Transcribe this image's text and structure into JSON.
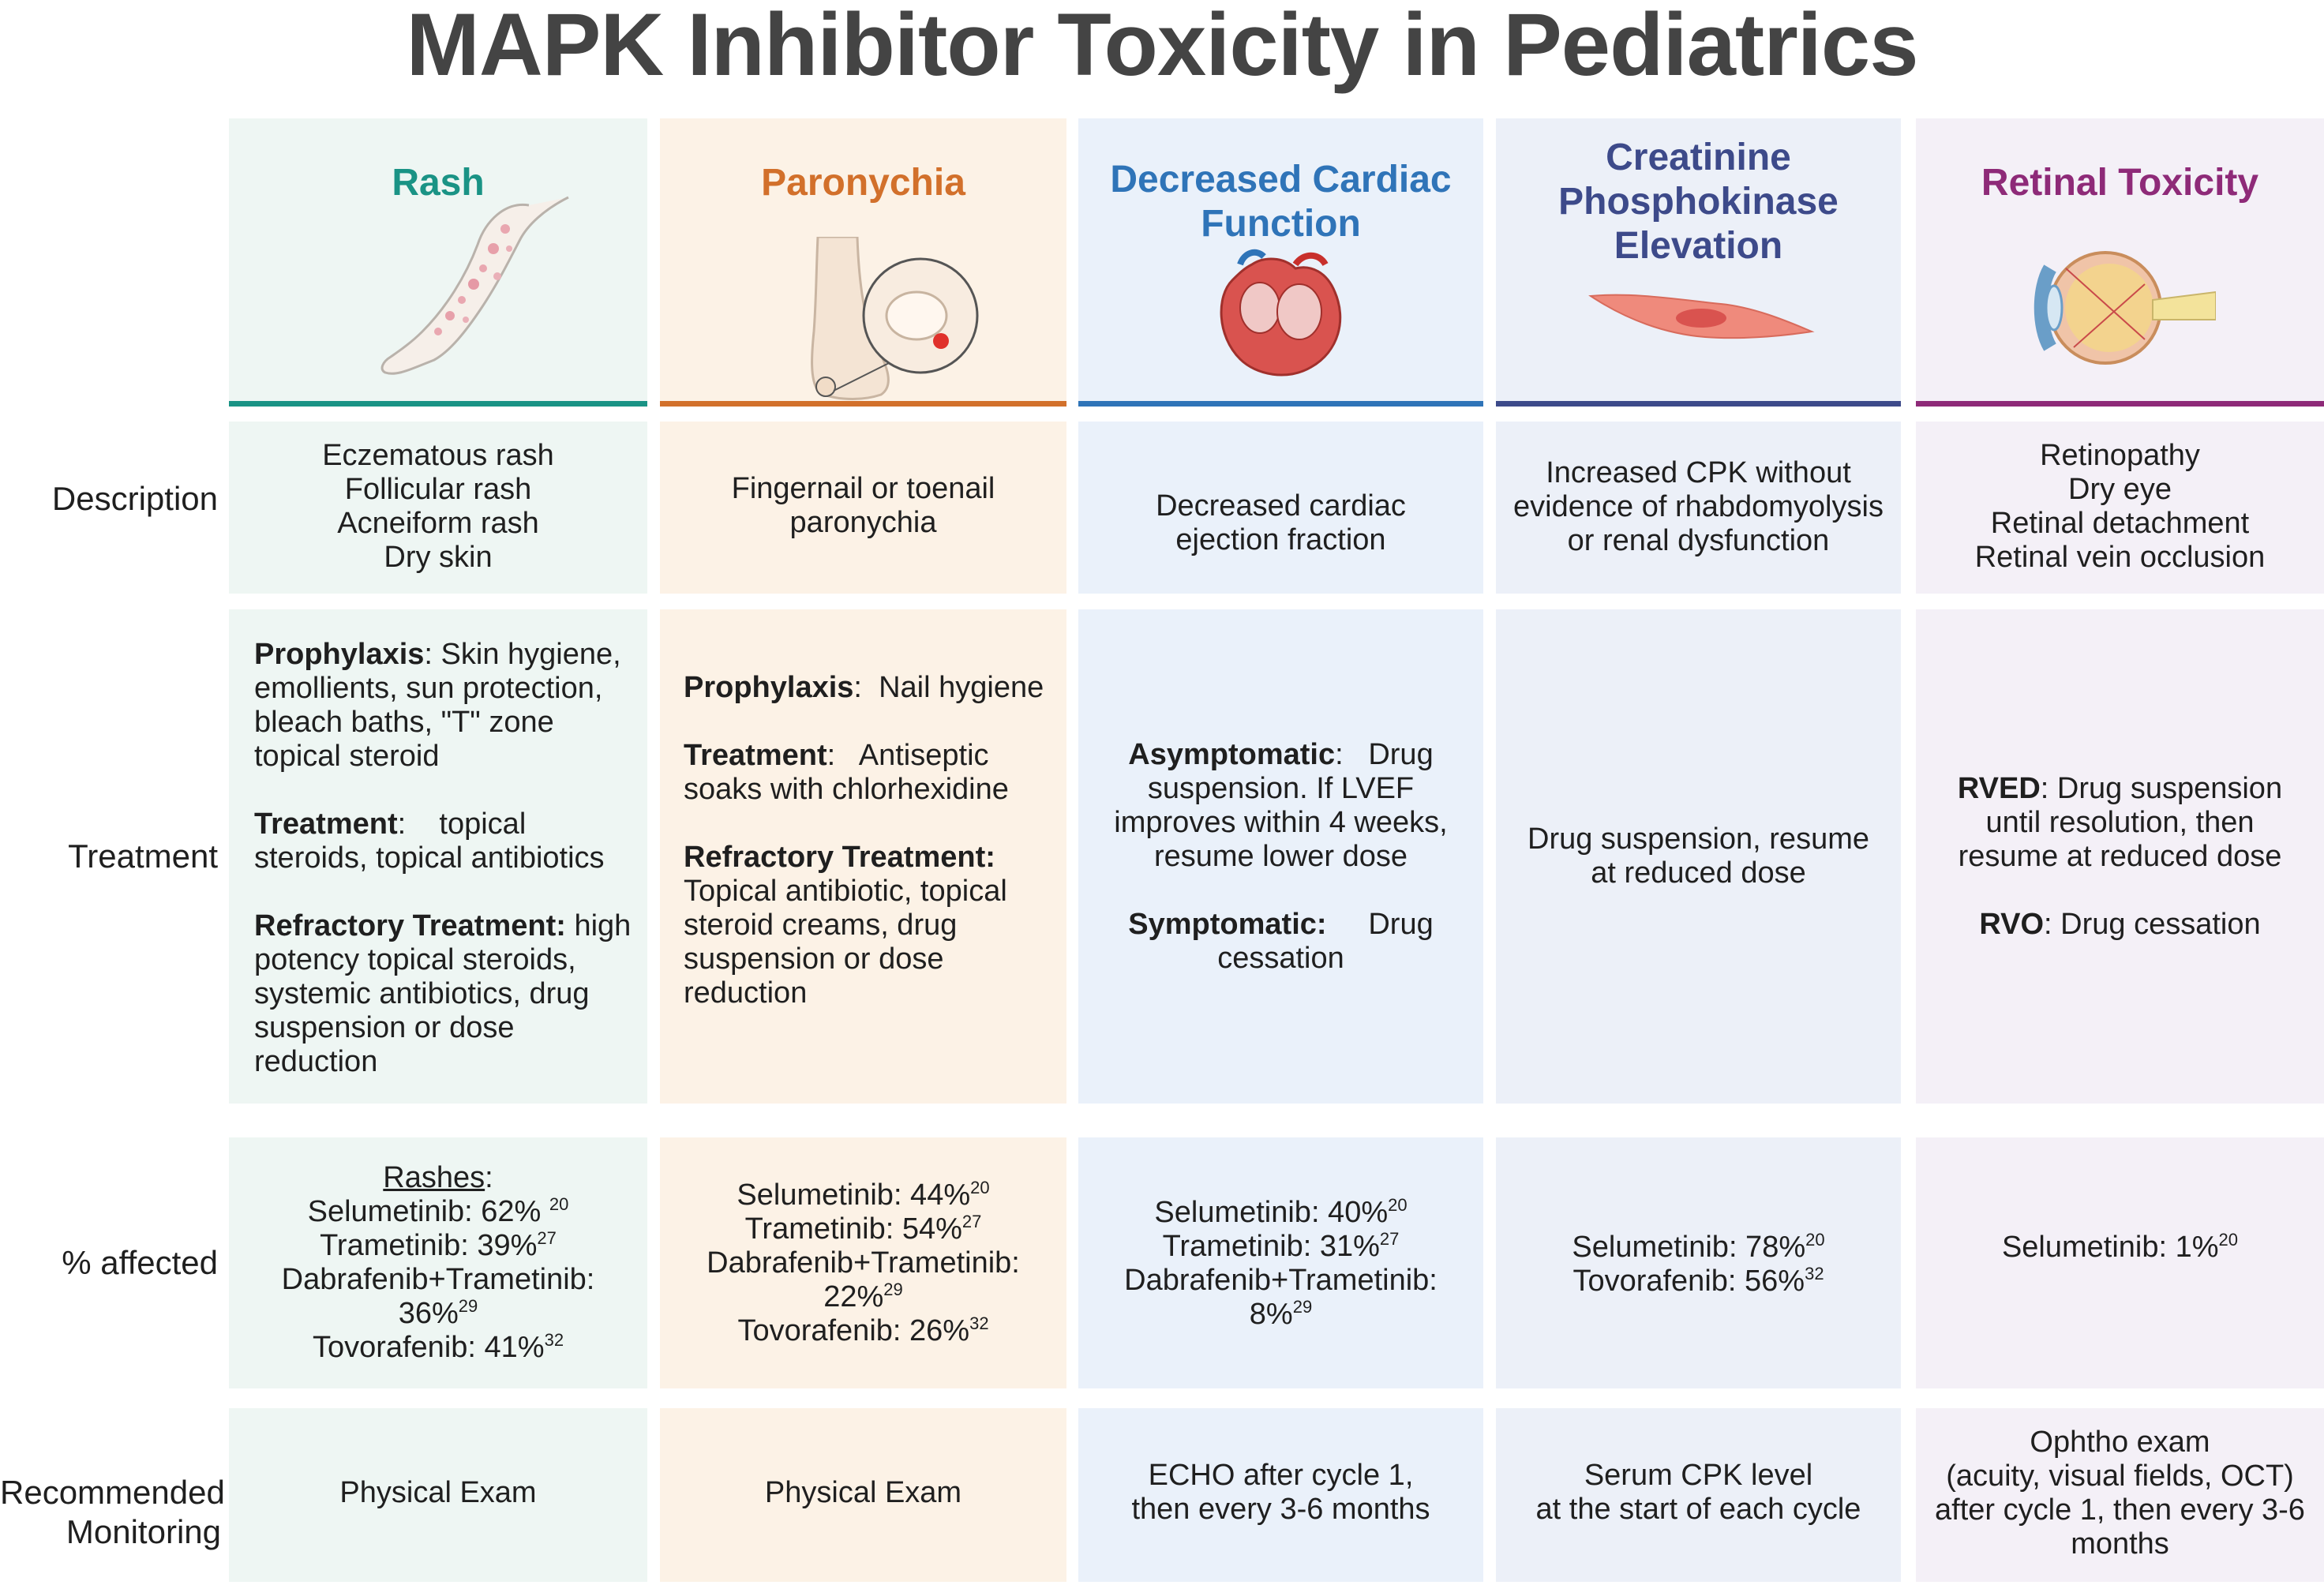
{
  "title": "MAPK Inhibitor Toxicity in Pediatrics",
  "row_labels": {
    "description": "Description",
    "treatment": "Treatment",
    "affected": "% affected",
    "monitoring_1": "Recommended",
    "monitoring_2": "Monitoring"
  },
  "columns": [
    {
      "header_lines": [
        "Rash"
      ],
      "accent": "#1a9385",
      "icon": "arm-rash-icon",
      "description": [
        "Eczematous rash",
        "Follicular rash",
        "Acneiform rash",
        "Dry skin"
      ],
      "treatment": {
        "p1_bold": "Prophylaxis",
        "p1_lines": [
          ":  Skin hygiene,",
          "emollients, sun protection,",
          "bleach baths, \"T\" zone",
          "topical steroid"
        ],
        "p2_bold": "Treatment",
        "p2_lines": [
          ":    topical",
          "steroids, topical antibiotics"
        ],
        "p3_bold": "Refractory Treatment:",
        "p3_lines": [
          " high",
          "potency topical steroids,",
          "systemic antibiotics, drug",
          "suspension or dose",
          "reduction"
        ]
      },
      "affected": {
        "heading": "Rashes",
        "heading_suffix": ":",
        "lines": [
          {
            "text": "Selumetinib: 62% ",
            "ref": "20"
          },
          {
            "text": "Trametinib: 39%",
            "ref": "27"
          },
          {
            "text": "Dabrafenib+Trametinib:",
            "ref": ""
          },
          {
            "text": "36%",
            "ref": "29"
          },
          {
            "text": "Tovorafenib: 41%",
            "ref": "32"
          }
        ]
      },
      "monitoring": [
        "Physical Exam"
      ]
    },
    {
      "header_lines": [
        "Paronychia"
      ],
      "accent": "#d2702b",
      "icon": "foot-nail-icon",
      "description": [
        "Fingernail or toenail",
        "paronychia"
      ],
      "treatment": {
        "p1_bold": "Prophylaxis",
        "p1_lines": [
          ":  Nail hygiene"
        ],
        "p2_bold": "Treatment",
        "p2_lines": [
          ":   Antiseptic",
          "soaks with chlorhexidine"
        ],
        "p3_bold": "Refractory Treatment:",
        "p3_lines": [
          "",
          "Topical antibiotic, topical",
          "steroid creams, drug",
          "suspension or dose",
          "reduction"
        ]
      },
      "affected": {
        "lines": [
          {
            "text": "Selumetinib: 44%",
            "ref": "20"
          },
          {
            "text": "Trametinib: 54%",
            "ref": "27"
          },
          {
            "text": "Dabrafenib+Trametinib:",
            "ref": ""
          },
          {
            "text": "22%",
            "ref": "29"
          },
          {
            "text": "Tovorafenib: 26%",
            "ref": "32"
          }
        ]
      },
      "monitoring": [
        "Physical Exam"
      ]
    },
    {
      "header_lines": [
        "Decreased Cardiac",
        "Function"
      ],
      "accent": "#2f74b8",
      "icon": "heart-icon",
      "description": [
        "Decreased cardiac",
        "ejection fraction"
      ],
      "treatment": {
        "a_bold": "Asymptomatic",
        "a_lines": [
          ":   Drug",
          "suspension. If LVEF",
          "improves within 4 weeks,",
          "resume lower dose"
        ],
        "s_bold": "Symptomatic:",
        "s_lines": [
          "     Drug",
          "cessation"
        ]
      },
      "affected": {
        "lines": [
          {
            "text": "Selumetinib: 40%",
            "ref": "20"
          },
          {
            "text": "Trametinib: 31%",
            "ref": "27"
          },
          {
            "text": "Dabrafenib+Trametinib:",
            "ref": ""
          },
          {
            "text": "8%",
            "ref": "29"
          }
        ]
      },
      "monitoring": [
        "ECHO after cycle 1,",
        "then every 3-6 months"
      ]
    },
    {
      "header_lines": [
        "Creatinine",
        "Phosphokinase",
        "Elevation"
      ],
      "accent": "#3d4a8a",
      "icon": "muscle-cell-icon",
      "description": [
        "Increased CPK without",
        "evidence of rhabdomyolysis",
        "or renal dysfunction"
      ],
      "treatment": {
        "lines": [
          "Drug suspension, resume",
          "at reduced dose"
        ]
      },
      "affected": {
        "lines": [
          {
            "text": "Selumetinib: 78%",
            "ref": "20"
          },
          {
            "text": "Tovorafenib: 56%",
            "ref": "32"
          }
        ]
      },
      "monitoring": [
        "Serum CPK level",
        "at the start of each cycle"
      ]
    },
    {
      "header_lines": [
        "Retinal Toxicity"
      ],
      "accent": "#8e2a78",
      "icon": "eye-icon",
      "description": [
        "Retinopathy",
        "Dry eye",
        "Retinal detachment",
        "Retinal vein occlusion"
      ],
      "treatment": {
        "r1_bold": "RVED",
        "r1_lines": [
          ": Drug suspension",
          "until resolution, then",
          "resume at reduced dose"
        ],
        "r2_bold": "RVO",
        "r2_lines": [
          ": Drug cessation"
        ]
      },
      "affected": {
        "lines": [
          {
            "text": "Selumetinib: 1%",
            "ref": "20"
          }
        ]
      },
      "monitoring": [
        "Ophtho exam",
        "(acuity, visual fields, OCT)",
        "after cycle 1, then every 3-6",
        "months"
      ]
    }
  ]
}
